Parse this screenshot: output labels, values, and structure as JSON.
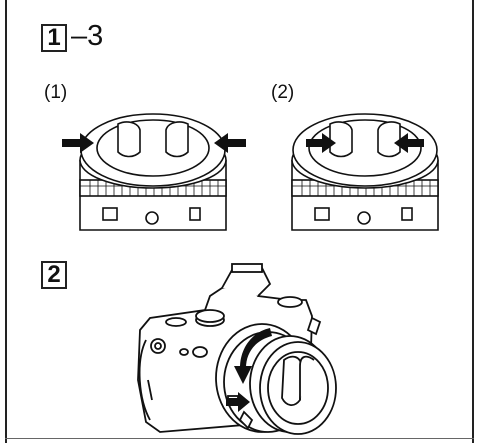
{
  "step1": {
    "box_number": "1",
    "suffix": "–3",
    "sub_a": "(1)",
    "sub_b": "(2)"
  },
  "step2": {
    "box_number": "2"
  },
  "icons": {
    "arrow_inward": "arrow-icon",
    "arrow_rotate": "rotate-arrow-icon"
  }
}
